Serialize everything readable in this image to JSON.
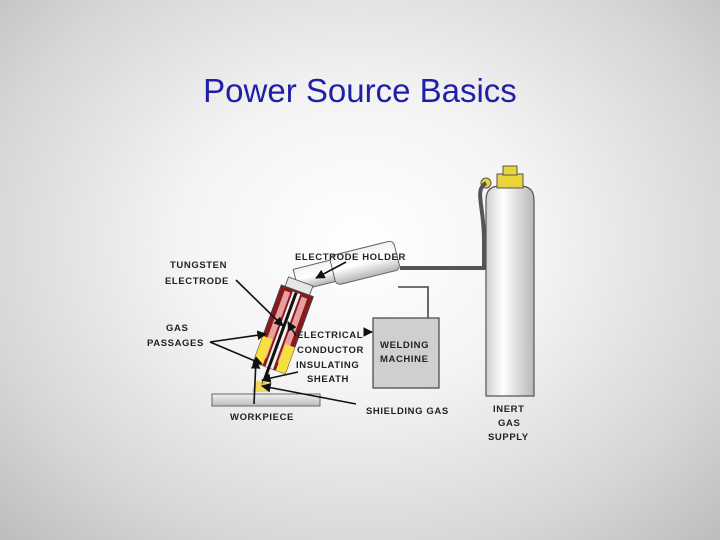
{
  "slide": {
    "title": "Power Source Basics"
  },
  "labels": {
    "tungsten_electrode": [
      "TUNGSTEN",
      "ELECTRODE"
    ],
    "electrode_holder": "ELECTRODE HOLDER",
    "gas_passages": [
      "GAS",
      "PASSAGES"
    ],
    "electrical_conductor": [
      "ELECTRICAL",
      "CONDUCTOR"
    ],
    "insulating_sheath": [
      "INSULATING",
      "SHEATH"
    ],
    "welding_machine": [
      "WELDING",
      "MACHINE"
    ],
    "workpiece": "WORKPIECE",
    "shielding_gas": "SHIELDING GAS",
    "inert_gas_supply": [
      "INERT",
      "GAS",
      "SUPPLY"
    ]
  }
}
